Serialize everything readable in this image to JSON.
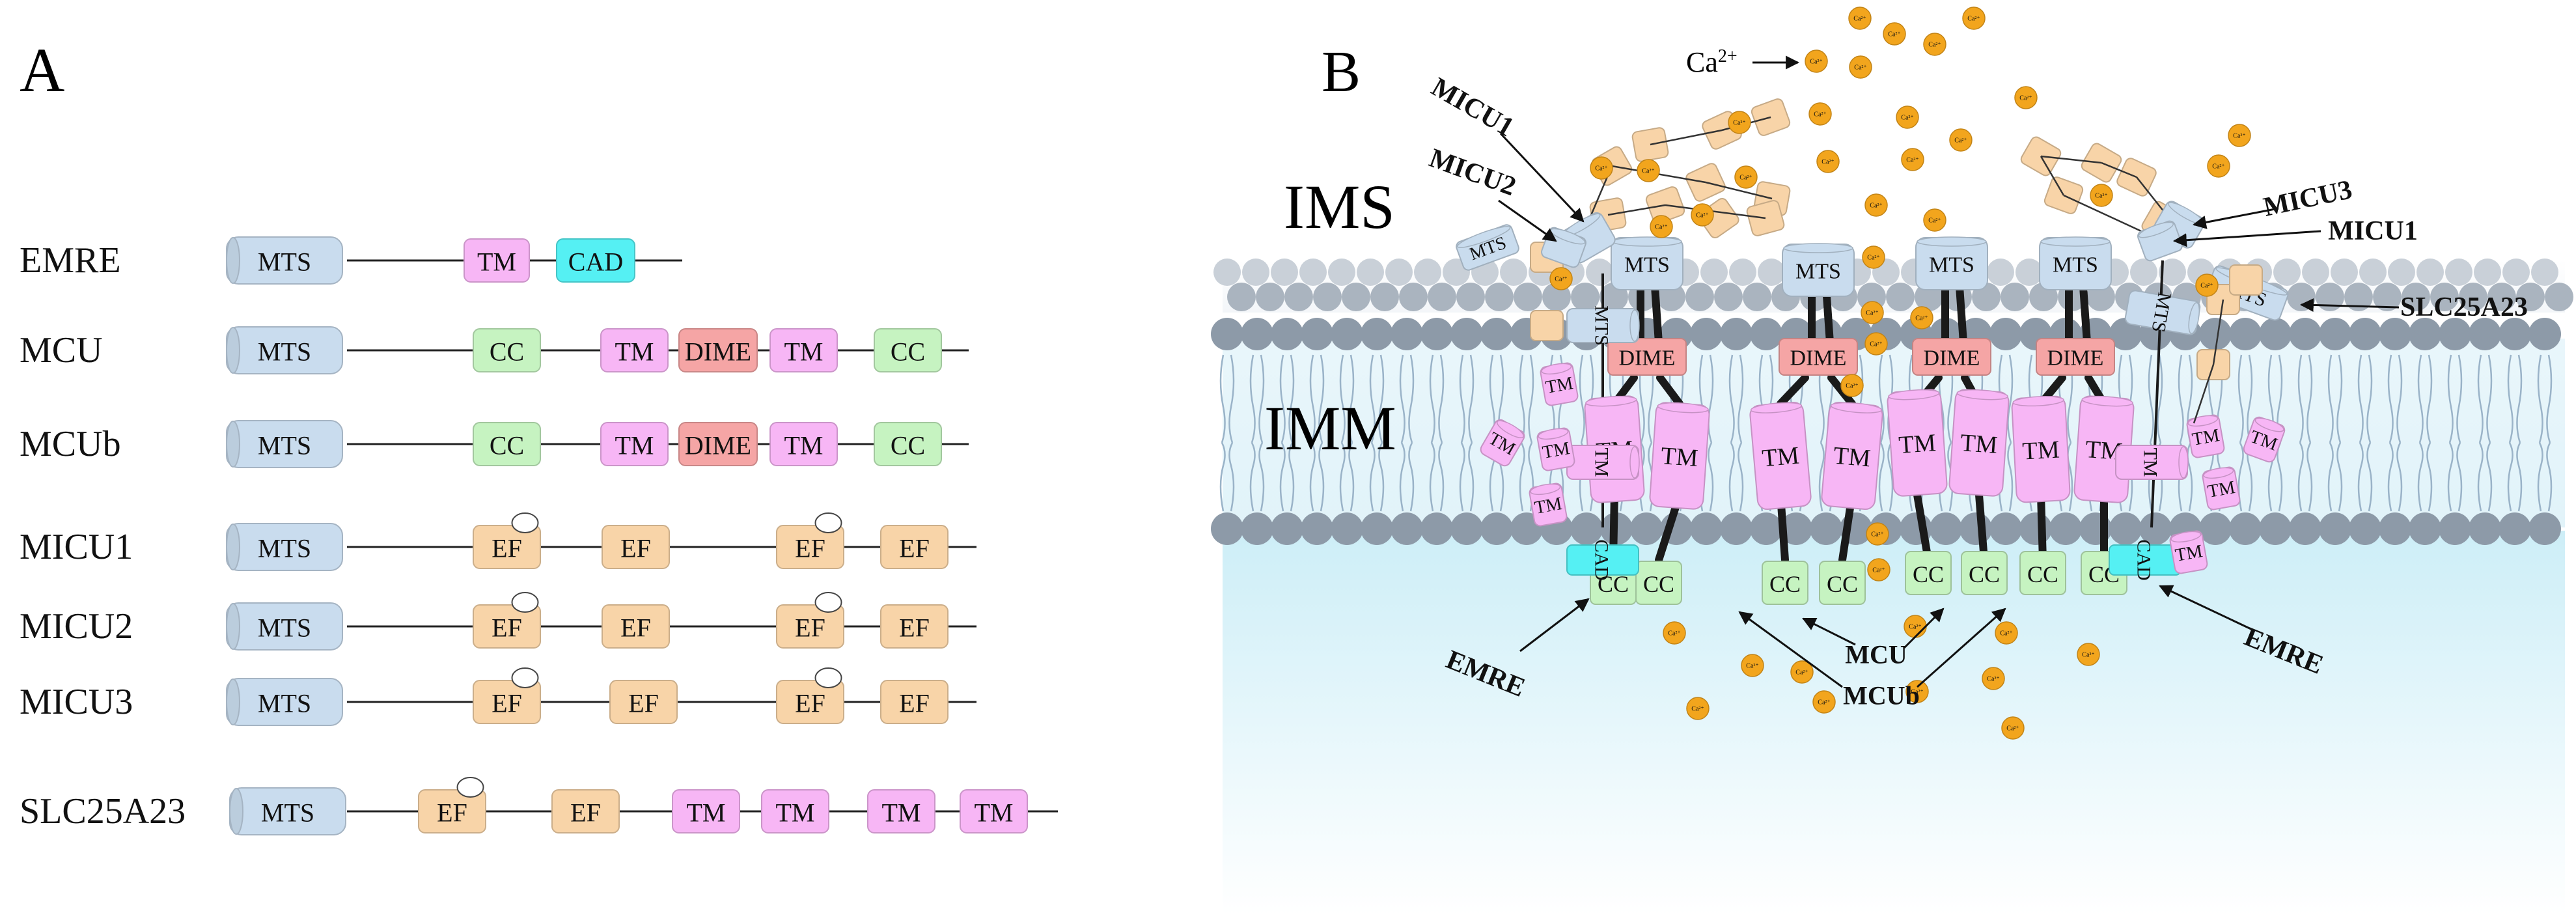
{
  "panel_a": {
    "label": "A",
    "domain_colors": {
      "MTS": "#c9dcee",
      "TM": "#f7b6f5",
      "CAD": "#55f0f3",
      "CC": "#c6f3c1",
      "DIME": "#f5a5a5",
      "EF": "#f8d4a8"
    },
    "proteins": [
      {
        "name": "EMRE",
        "domains": [
          {
            "label": "MTS",
            "type": "MTS"
          },
          {
            "label": "TM",
            "type": "TM"
          },
          {
            "label": "CAD",
            "type": "CAD"
          }
        ]
      },
      {
        "name": "MCU",
        "domains": [
          {
            "label": "MTS",
            "type": "MTS"
          },
          {
            "label": "CC",
            "type": "CC"
          },
          {
            "label": "TM",
            "type": "TM"
          },
          {
            "label": "DIME",
            "type": "DIME"
          },
          {
            "label": "TM",
            "type": "TM"
          },
          {
            "label": "CC",
            "type": "CC"
          }
        ]
      },
      {
        "name": "MCUb",
        "domains": [
          {
            "label": "MTS",
            "type": "MTS"
          },
          {
            "label": "CC",
            "type": "CC"
          },
          {
            "label": "TM",
            "type": "TM"
          },
          {
            "label": "DIME",
            "type": "DIME"
          },
          {
            "label": "TM",
            "type": "TM"
          },
          {
            "label": "CC",
            "type": "CC"
          }
        ]
      },
      {
        "name": "MICU1",
        "domains": [
          {
            "label": "MTS",
            "type": "MTS"
          },
          {
            "label": "EF",
            "type": "EF",
            "ca": true
          },
          {
            "label": "EF",
            "type": "EF"
          },
          {
            "label": "EF",
            "type": "EF",
            "ca": true
          },
          {
            "label": "EF",
            "type": "EF"
          }
        ]
      },
      {
        "name": "MICU2",
        "domains": [
          {
            "label": "MTS",
            "type": "MTS"
          },
          {
            "label": "EF",
            "type": "EF",
            "ca": true
          },
          {
            "label": "EF",
            "type": "EF"
          },
          {
            "label": "EF",
            "type": "EF",
            "ca": true
          },
          {
            "label": "EF",
            "type": "EF"
          }
        ]
      },
      {
        "name": "MICU3",
        "domains": [
          {
            "label": "MTS",
            "type": "MTS"
          },
          {
            "label": "EF",
            "type": "EF",
            "ca": true
          },
          {
            "label": "EF",
            "type": "EF"
          },
          {
            "label": "EF",
            "type": "EF",
            "ca": true
          },
          {
            "label": "EF",
            "type": "EF"
          }
        ]
      },
      {
        "name": "SLC25A23",
        "domains": [
          {
            "label": "MTS",
            "type": "MTS"
          },
          {
            "label": "EF",
            "type": "EF",
            "ca": true
          },
          {
            "label": "EF",
            "type": "EF"
          },
          {
            "label": "TM",
            "type": "TM"
          },
          {
            "label": "TM",
            "type": "TM"
          },
          {
            "label": "TM",
            "type": "TM"
          },
          {
            "label": "TM",
            "type": "TM"
          }
        ]
      }
    ]
  },
  "panel_b": {
    "label": "B",
    "regions": {
      "ims": "IMS",
      "imm": "IMM"
    },
    "ion_label": "Ca",
    "ion_charge": "2+",
    "ion_glyph": "Ca²⁺",
    "domain_labels": {
      "mts": "MTS",
      "dime": "DIME",
      "tm": "TM",
      "cc": "CC",
      "cad": "CAD"
    },
    "callouts": {
      "micu1_left": "MICU1",
      "micu2": "MICU2",
      "micu3": "MICU3",
      "micu1_right": "MICU1",
      "slc25a23": "SLC25A23",
      "emre_left": "EMRE",
      "emre_right": "EMRE",
      "mcu": "MCU",
      "mcub": "MCUb"
    },
    "colors": {
      "mts": "#c9dcee",
      "tm": "#f7b6f5",
      "cad": "#55f0f3",
      "cc": "#c6f3c1",
      "dime": "#f5a5a5",
      "ef": "#f8d4a8",
      "ca_ion": "#f2a51d",
      "membrane_head": "#8d9aa8",
      "matrix": "#d8f1f8"
    }
  }
}
